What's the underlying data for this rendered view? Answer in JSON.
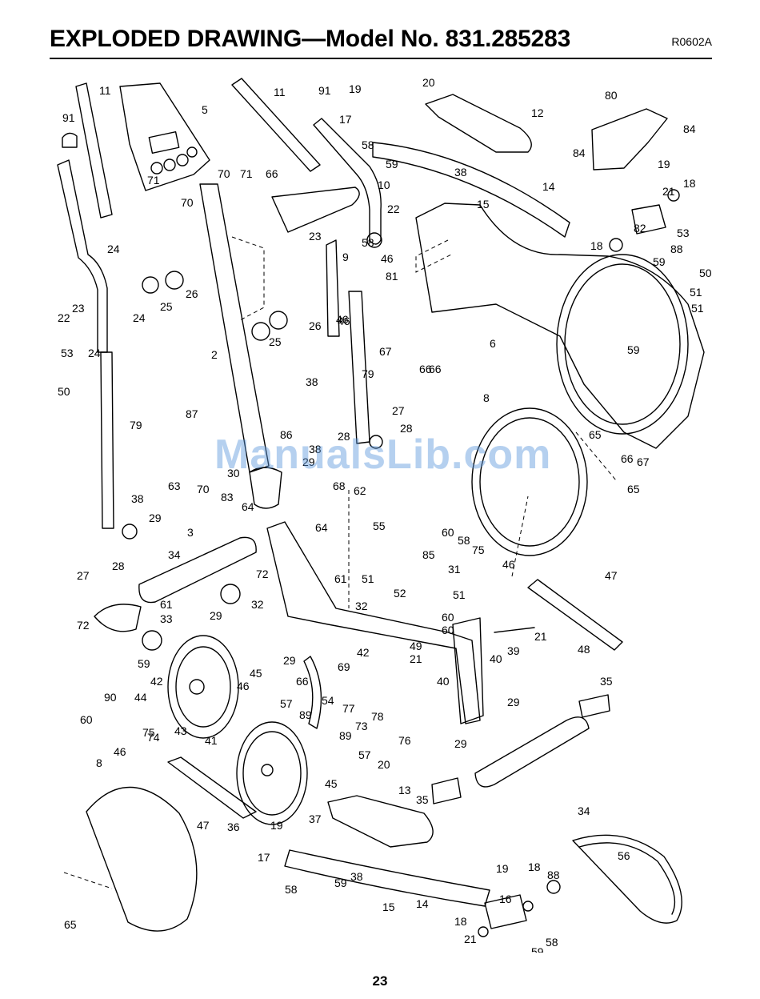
{
  "header": {
    "title": "EXPLODED DRAWING—Model No. 831.285283",
    "code": "R0602A"
  },
  "watermark": "ManualsLib.com",
  "page_number": "23",
  "callouts": [
    "11",
    "91",
    "5",
    "11",
    "91",
    "19",
    "20",
    "12",
    "80",
    "84",
    "17",
    "58",
    "59",
    "14",
    "38",
    "15",
    "84",
    "70",
    "71",
    "66",
    "10",
    "19",
    "21",
    "18",
    "71",
    "70",
    "22",
    "53",
    "82",
    "18",
    "88",
    "58",
    "24",
    "23",
    "9",
    "81",
    "46",
    "50",
    "51",
    "59",
    "23",
    "25",
    "26",
    "24",
    "25",
    "26",
    "46",
    "66",
    "51",
    "22",
    "67",
    "59",
    "53",
    "24",
    "46",
    "2",
    "6",
    "66",
    "50",
    "79",
    "8",
    "87",
    "27",
    "38",
    "86",
    "28",
    "28",
    "65",
    "79",
    "38",
    "30",
    "29",
    "66",
    "67",
    "65",
    "63",
    "70",
    "83",
    "64",
    "68",
    "62",
    "29",
    "38",
    "64",
    "55",
    "27",
    "28",
    "3",
    "60",
    "58",
    "34",
    "75",
    "46",
    "85",
    "47",
    "72",
    "61",
    "61",
    "51",
    "31",
    "72",
    "33",
    "29",
    "32",
    "59",
    "52",
    "51",
    "60",
    "39",
    "21",
    "48",
    "32",
    "60",
    "49",
    "40",
    "45",
    "29",
    "21",
    "40",
    "42",
    "46",
    "66",
    "69",
    "35",
    "90",
    "44",
    "42",
    "57",
    "89",
    "54",
    "77",
    "29",
    "60",
    "73",
    "78",
    "43",
    "74",
    "75",
    "46",
    "41",
    "89",
    "76",
    "29",
    "57",
    "20",
    "8",
    "45",
    "13",
    "35",
    "47",
    "36",
    "37",
    "34",
    "19",
    "17",
    "58",
    "59",
    "38",
    "14",
    "15",
    "19",
    "88",
    "56",
    "18",
    "16",
    "18",
    "21",
    "58",
    "59",
    "65"
  ]
}
